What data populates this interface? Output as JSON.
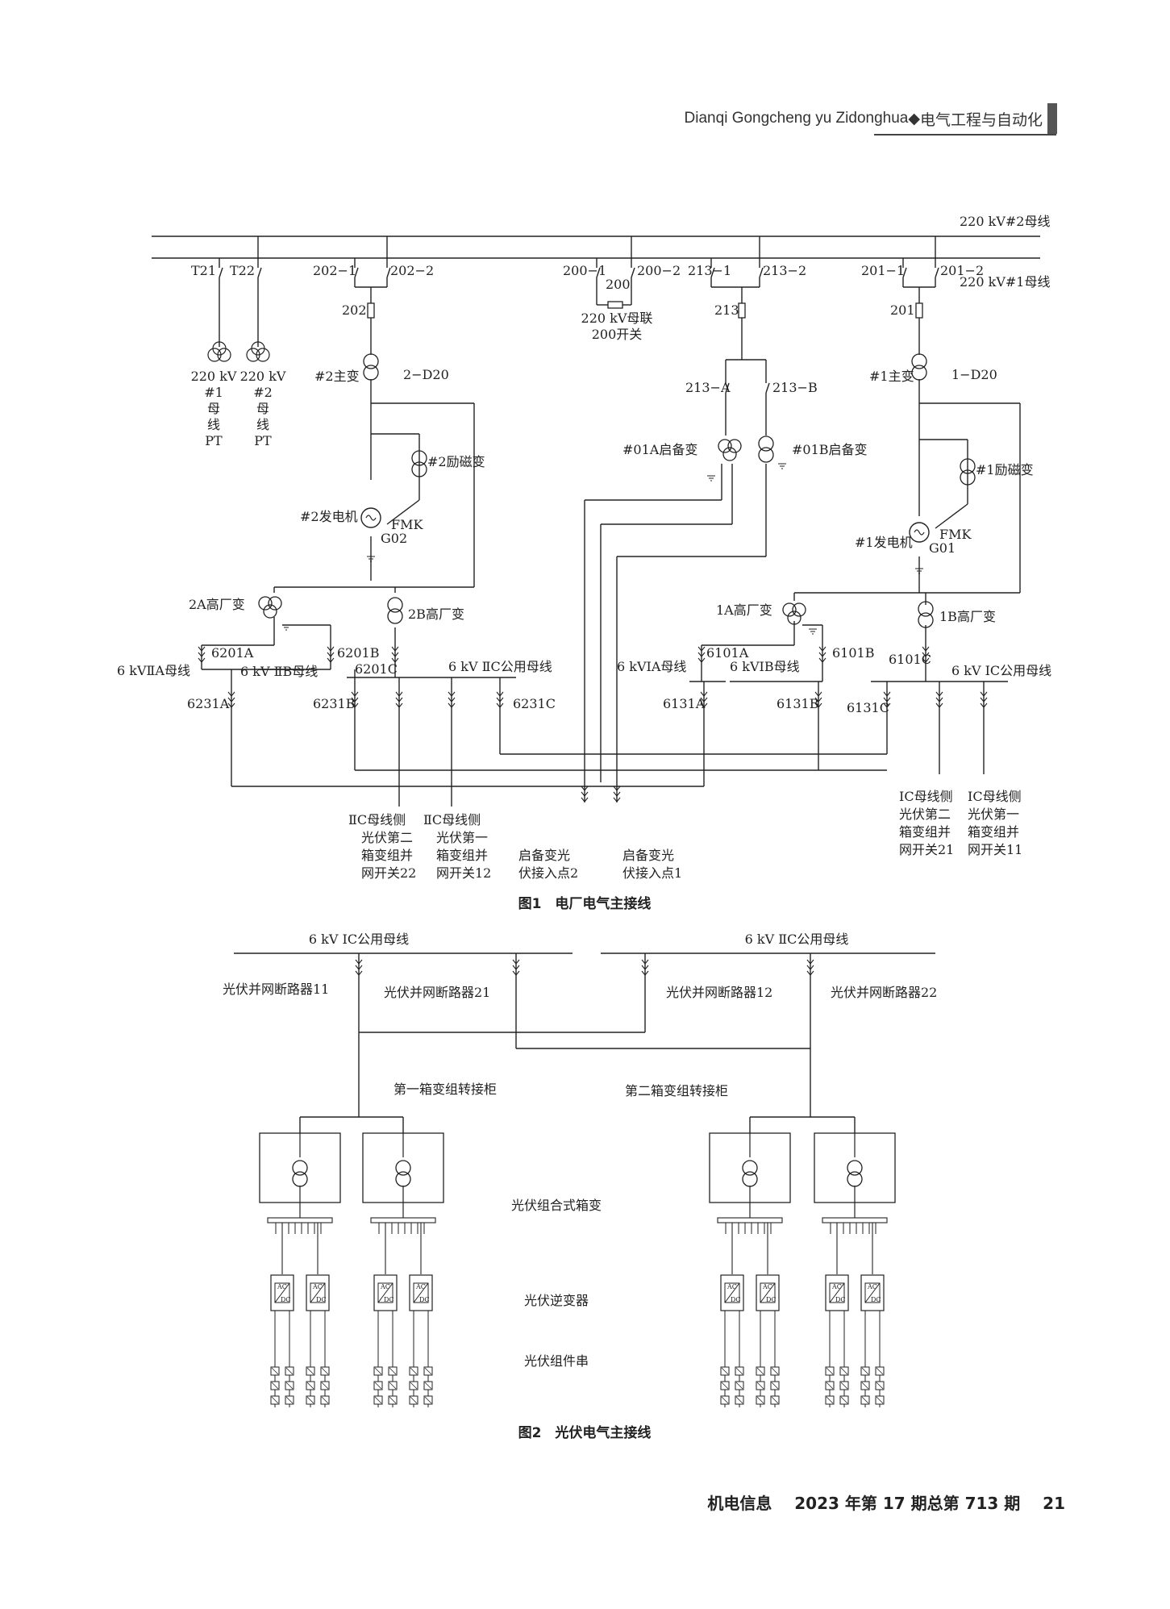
{
  "header": {
    "pinyin": "Dianqi Gongcheng yu Zidonghua",
    "separator": "◆",
    "title": "电气工程与自动化"
  },
  "fig1": {
    "caption": "图1　电厂电气主接线",
    "bus2": "220 kV#2母线",
    "bus1": "220 kV#1母线",
    "T21": "T21",
    "T22": "T22",
    "pt1": [
      "220 kV",
      "#1",
      "母",
      "线",
      "PT"
    ],
    "pt2": [
      "220 kV",
      "#2",
      "母",
      "线",
      "PT"
    ],
    "s202_1": "202−1",
    "s202_2": "202−2",
    "b202": "202",
    "s200_1": "200−1",
    "s200_2": "200−2",
    "b200": "200",
    "tie": [
      "220 kV母联",
      "200开关"
    ],
    "s213_1": "213−1",
    "s213_2": "213−2",
    "b213": "213",
    "s201_1": "201−1",
    "s201_2": "201−2",
    "b201": "201",
    "mt2": "#2主变",
    "d20_2": "2−D20",
    "mt1": "#1主变",
    "d20_1": "1−D20",
    "s213A": "213−A",
    "s213B": "213−B",
    "st01A": "#01A启备变",
    "st01B": "#01B启备变",
    "ex2": "#2励磁变",
    "ex1": "#1励磁变",
    "gen2": "#2发电机",
    "fmk2": "FMK",
    "g02": "G02",
    "gen1": "#1发电机",
    "fmk1": "FMK",
    "g01": "G01",
    "ht2A": "2A高厂变",
    "ht2B": "2B高厂变",
    "ht1A": "1A高厂变",
    "ht1B": "1B高厂变",
    "c6201A": "6201A",
    "c6201B": "6201B",
    "c6201C": "6201C",
    "c6101A": "6101A",
    "c6101B": "6101B",
    "c6101C": "6101C",
    "busIIA": "6 kVⅡA母线",
    "busIIB": "6 kV ⅡB母线",
    "busIIC": "6 kV ⅡC公用母线",
    "busIA": "6 kVⅠA母线",
    "busIB": "6 kVⅠB母线",
    "busIC": "6 kV ⅠC公用母线",
    "c6231A": "6231A",
    "c6231B": "6231B",
    "c6231C": "6231C",
    "c6131A": "6131A",
    "c6131B": "6131B",
    "c6131C": "6131C",
    "out_IIC22": [
      "ⅡC母线侧",
      "光伏第二",
      "箱变组并",
      "网开关22"
    ],
    "out_IIC12": [
      "ⅡC母线侧",
      "光伏第一",
      "箱变组并",
      "网开关12"
    ],
    "out_sp2": [
      "启备变光",
      "伏接入点2"
    ],
    "out_sp1": [
      "启备变光",
      "伏接入点1"
    ],
    "out_IC21": [
      "ⅠC母线侧",
      "光伏第二",
      "箱变组并",
      "网开关21"
    ],
    "out_IC11": [
      "ⅠC母线侧",
      "光伏第一",
      "箱变组并",
      "网开关11"
    ]
  },
  "fig2": {
    "caption": "图2　光伏电气主接线",
    "busIC": "6 kV ⅠC公用母线",
    "busIIC": "6 kV ⅡC公用母线",
    "brk11": "光伏并网断路器11",
    "brk21": "光伏并网断路器21",
    "brk12": "光伏并网断路器12",
    "brk22": "光伏并网断路器22",
    "cab1": "第一箱变组转接柜",
    "cab2": "第二箱变组转接柜",
    "boxTransformer": "光伏组合式箱变",
    "inverter": "光伏逆变器",
    "string": "光伏组件串",
    "acdc": [
      "AC",
      "DC"
    ]
  },
  "footer": {
    "journal": "机电信息",
    "issue": "2023 年第 17 期总第 713 期",
    "page": "21"
  }
}
